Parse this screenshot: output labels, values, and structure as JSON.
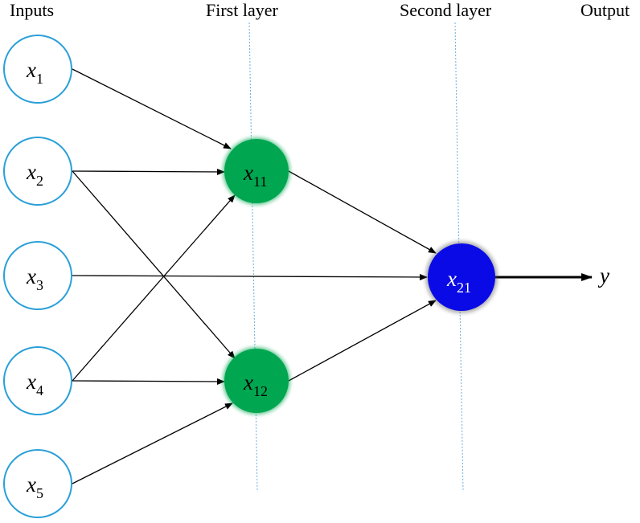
{
  "headers": {
    "inputs": "Inputs",
    "first_layer": "First layer",
    "second_layer": "Second layer",
    "output": "Output"
  },
  "nodes": {
    "x1": {
      "base": "x",
      "sub": "1"
    },
    "x2": {
      "base": "x",
      "sub": "2"
    },
    "x3": {
      "base": "x",
      "sub": "3"
    },
    "x4": {
      "base": "x",
      "sub": "4"
    },
    "x5": {
      "base": "x",
      "sub": "5"
    },
    "x11": {
      "base": "x",
      "sub": "11"
    },
    "x12": {
      "base": "x",
      "sub": "12"
    },
    "x21": {
      "base": "x",
      "sub": "21"
    }
  },
  "output_label": "y",
  "colors": {
    "input_ring": "#2a9fd8",
    "layer1_fill": "#00a650",
    "layer2_fill": "#0a0ae6",
    "guide_line": "#6aaede",
    "edge": "#000000"
  }
}
